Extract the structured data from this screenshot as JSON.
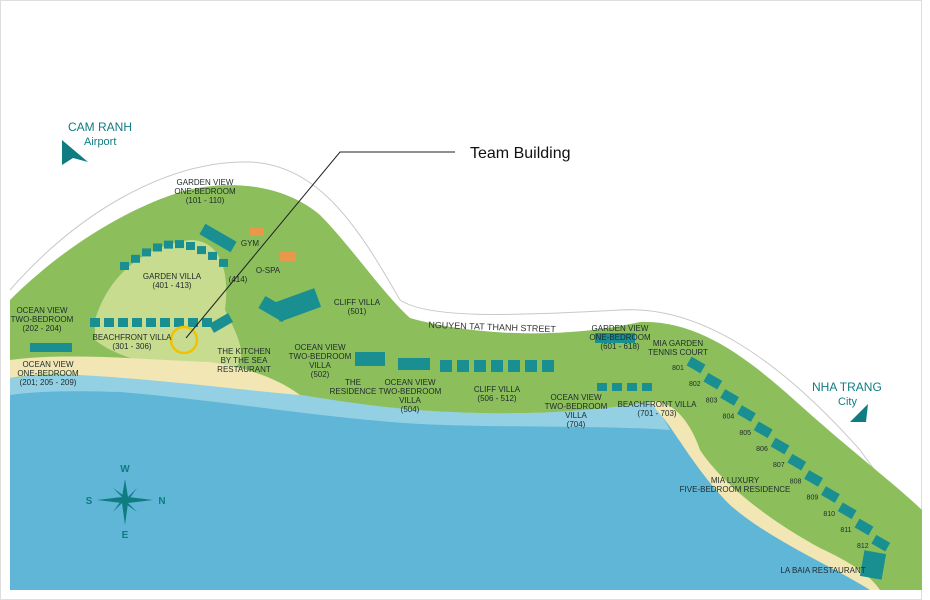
{
  "colors": {
    "sea": "#5fb6d6",
    "sea_light": "#a9dbe9",
    "land": "#8cbf5c",
    "land_light": "#c7dc8f",
    "sand": "#f1e6b4",
    "teal": "#0f7c82",
    "callout": "#f2c200",
    "orange": "#e9974a"
  },
  "airport": {
    "name": "CAM RANH",
    "sub": "Airport"
  },
  "city": {
    "name": "NHA TRANG",
    "sub": "City"
  },
  "callout": {
    "label": "Team Building"
  },
  "street": "NGUYEN TAT THANH STREET",
  "compass": {
    "w": "W",
    "s": "S",
    "n": "N",
    "e": "E"
  },
  "areas": [
    {
      "lines": [
        "GARDEN VIEW",
        "ONE-BEDROOM",
        "(101 - 110)"
      ]
    },
    {
      "lines": [
        "GYM"
      ]
    },
    {
      "lines": [
        "GARDEN VILLA",
        "(401 - 413)"
      ]
    },
    {
      "lines": [
        "O-SPA"
      ]
    },
    {
      "lines": [
        "(414)"
      ]
    },
    {
      "lines": [
        "OCEAN VIEW",
        "TWO-BEDROOM",
        "(202 - 204)"
      ]
    },
    {
      "lines": [
        "BEACHFRONT VILLA",
        "(301 - 306)"
      ]
    },
    {
      "lines": [
        "OCEAN VIEW",
        "ONE-BEDROOM",
        "(201; 205 - 209)"
      ]
    },
    {
      "lines": [
        "THE KITCHEN",
        "BY THE SEA",
        "RESTAURANT"
      ]
    },
    {
      "lines": [
        "CLIFF VILLA",
        "(501)"
      ]
    },
    {
      "lines": [
        "OCEAN VIEW",
        "TWO-BEDROOM",
        "VILLA",
        "(502)"
      ]
    },
    {
      "lines": [
        "THE",
        "RESIDENCE"
      ]
    },
    {
      "lines": [
        "OCEAN VIEW",
        "TWO-BEDROOM",
        "VILLA",
        "(504)"
      ]
    },
    {
      "lines": [
        "CLIFF VILLA",
        "(506 - 512)"
      ]
    },
    {
      "lines": [
        "OCEAN VIEW",
        "TWO-BEDROOM",
        "VILLA",
        "(704)"
      ]
    },
    {
      "lines": [
        "GARDEN VIEW",
        "ONE-BEDROOM",
        "(601 - 618)"
      ]
    },
    {
      "lines": [
        "MIA GARDEN",
        "TENNIS COURT"
      ]
    },
    {
      "lines": [
        "BEACHFRONT VILLA",
        "(701 - 703)"
      ]
    },
    {
      "lines": [
        "MIA LUXURY",
        "FIVE-BEDROOM RESIDENCE"
      ]
    },
    {
      "lines": [
        "LA BAIA RESTAURANT"
      ]
    }
  ],
  "villa_numbers": [
    "801",
    "802",
    "803",
    "804",
    "805",
    "806",
    "807",
    "808",
    "809",
    "810",
    "811",
    "812"
  ]
}
